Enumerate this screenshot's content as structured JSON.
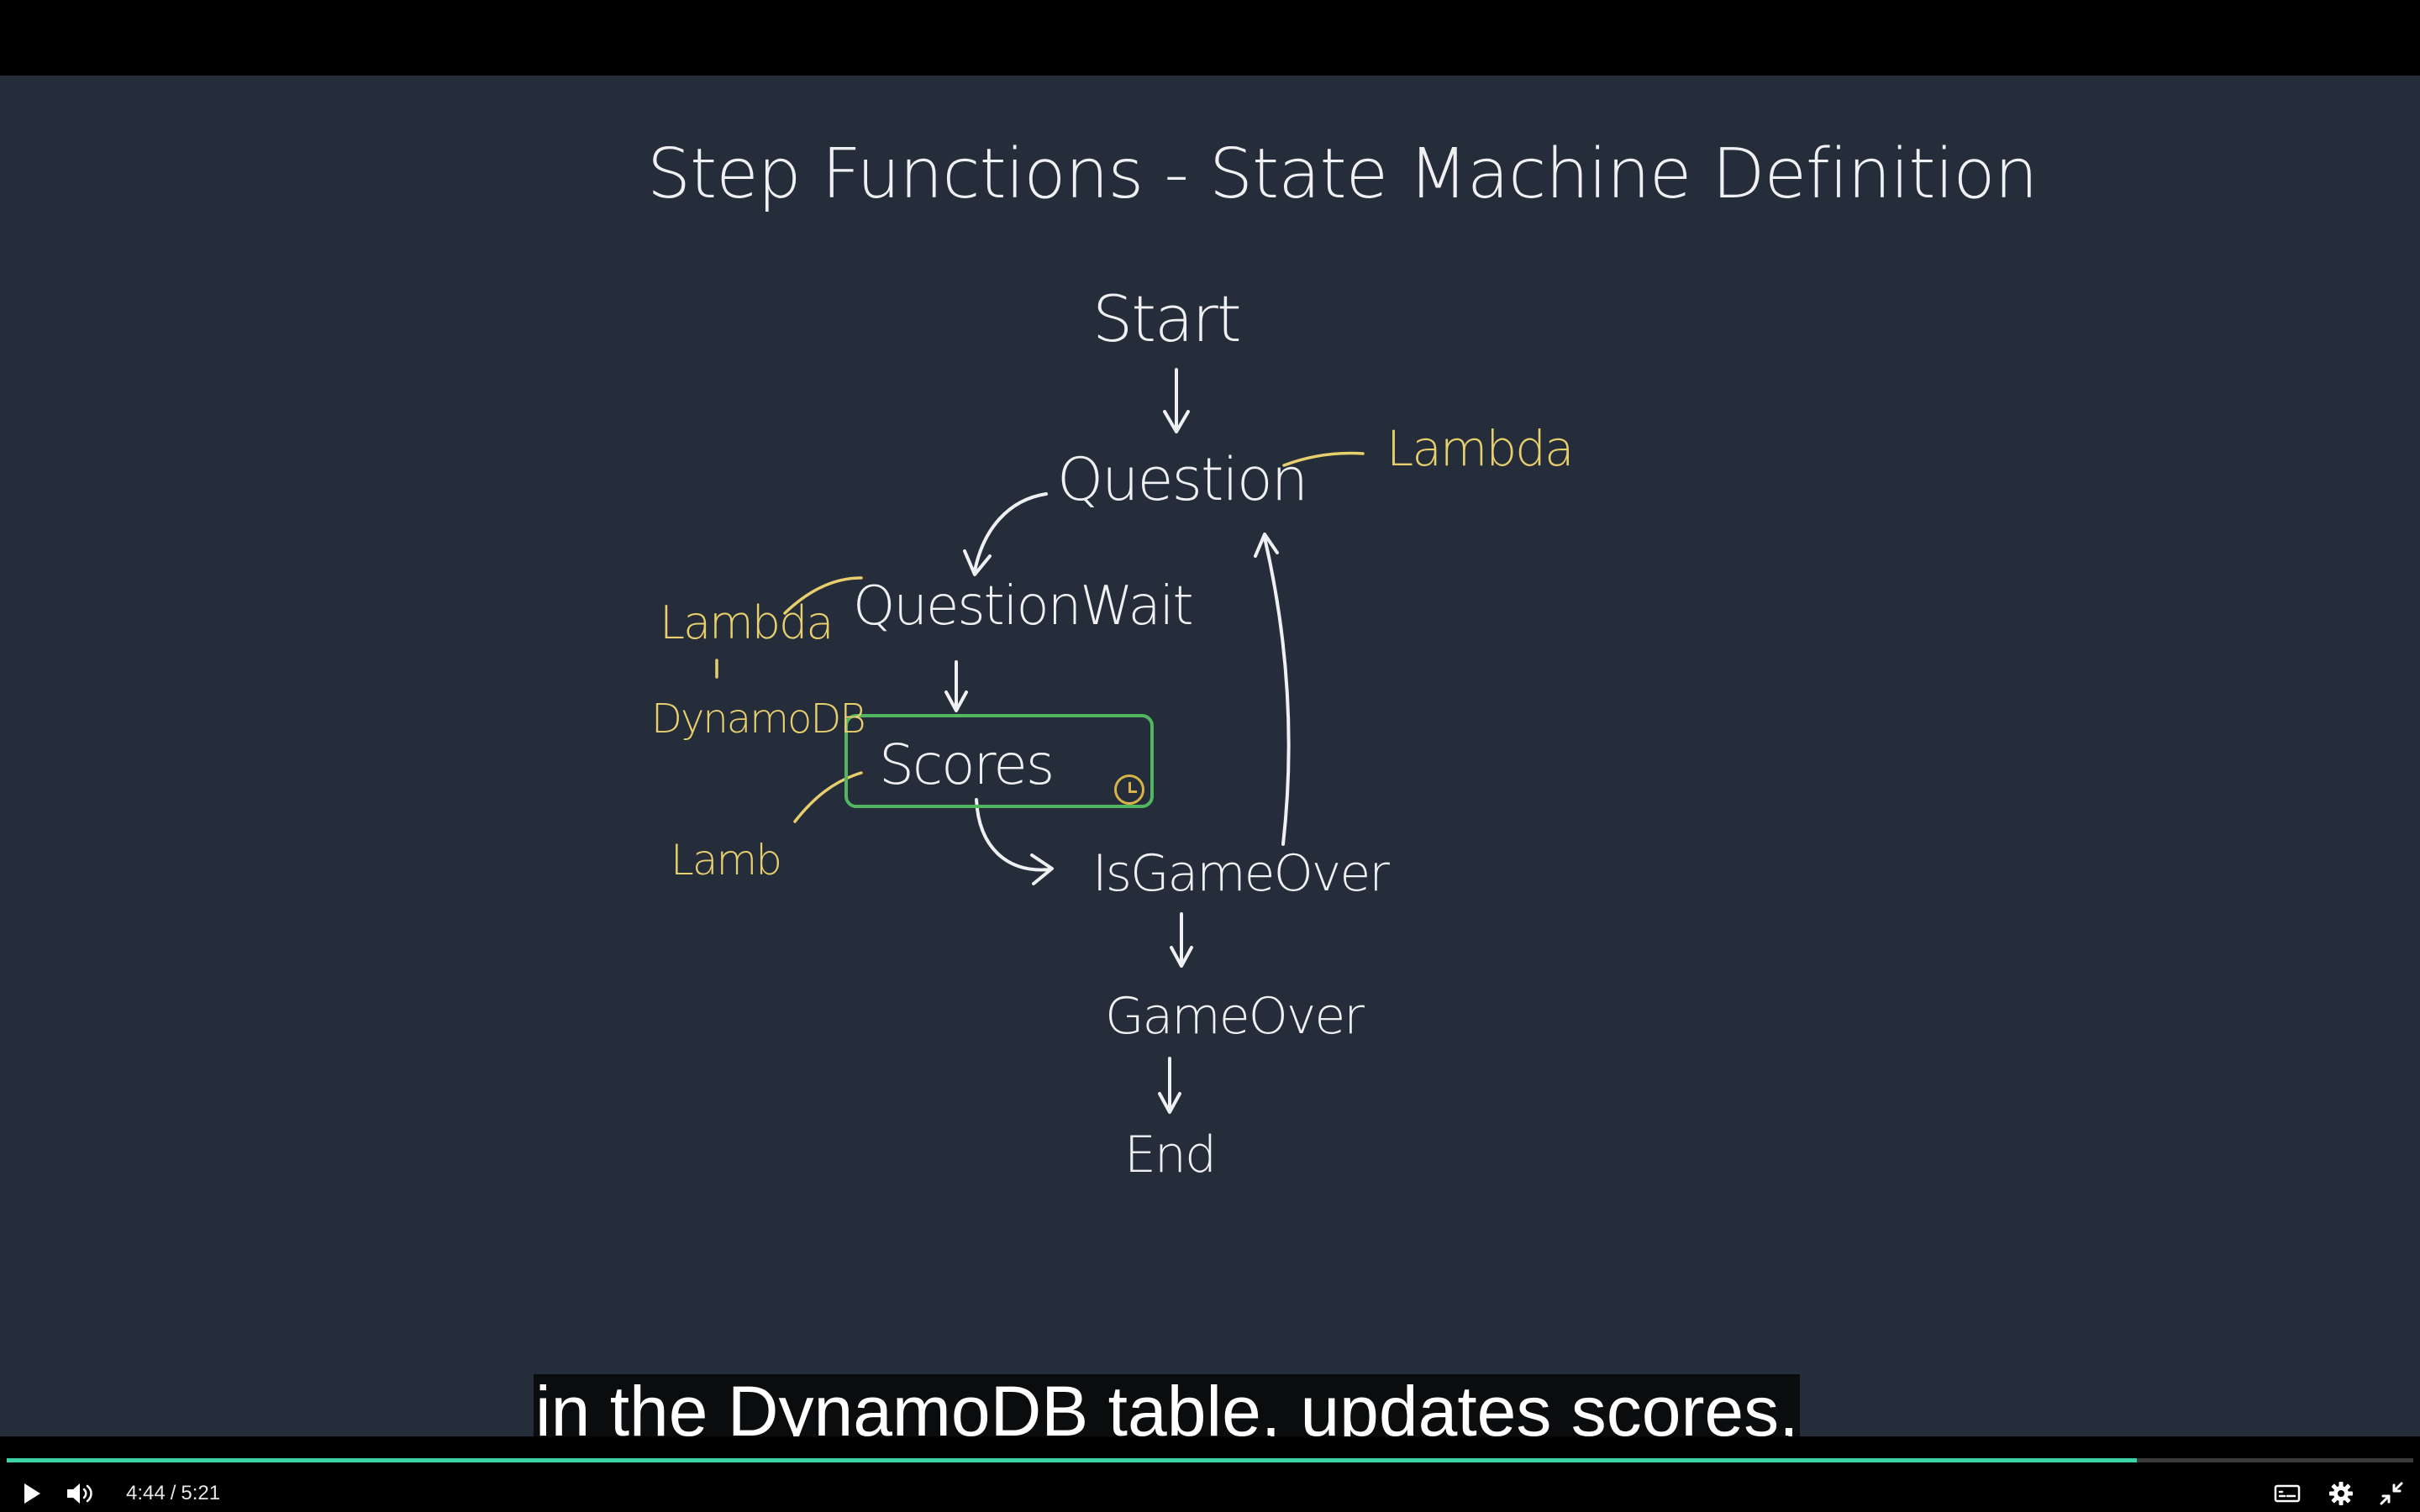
{
  "slide": {
    "title": "Step Functions - State Machine Definition",
    "nodes": {
      "start": "Start",
      "question": "Question",
      "question_wait": "QuestionWait",
      "scores": "Scores",
      "is_game_over": "IsGameOver",
      "game_over": "GameOver",
      "end": "End"
    },
    "annotations": {
      "lambda_right": "Lambda",
      "lambda_left": "Lambda",
      "dynamodb": "DynamoDB",
      "lamb": "Lamb"
    },
    "colors": {
      "background": "#252d3a",
      "text": "#eef0f2",
      "annotation": "#e8cf6e",
      "highlight_box": "#52b560"
    }
  },
  "caption": {
    "text": "in the DynamoDB table, updates scores,"
  },
  "player": {
    "current_time": "4:44",
    "separator": "/",
    "duration": "5:21",
    "progress_fraction": 0.885,
    "progress_color": "#3dd3a8",
    "icons": {
      "play": "play-icon",
      "volume": "volume-icon",
      "captions": "captions-icon",
      "settings": "gear-icon",
      "fullscreen": "exit-fullscreen-icon"
    }
  }
}
